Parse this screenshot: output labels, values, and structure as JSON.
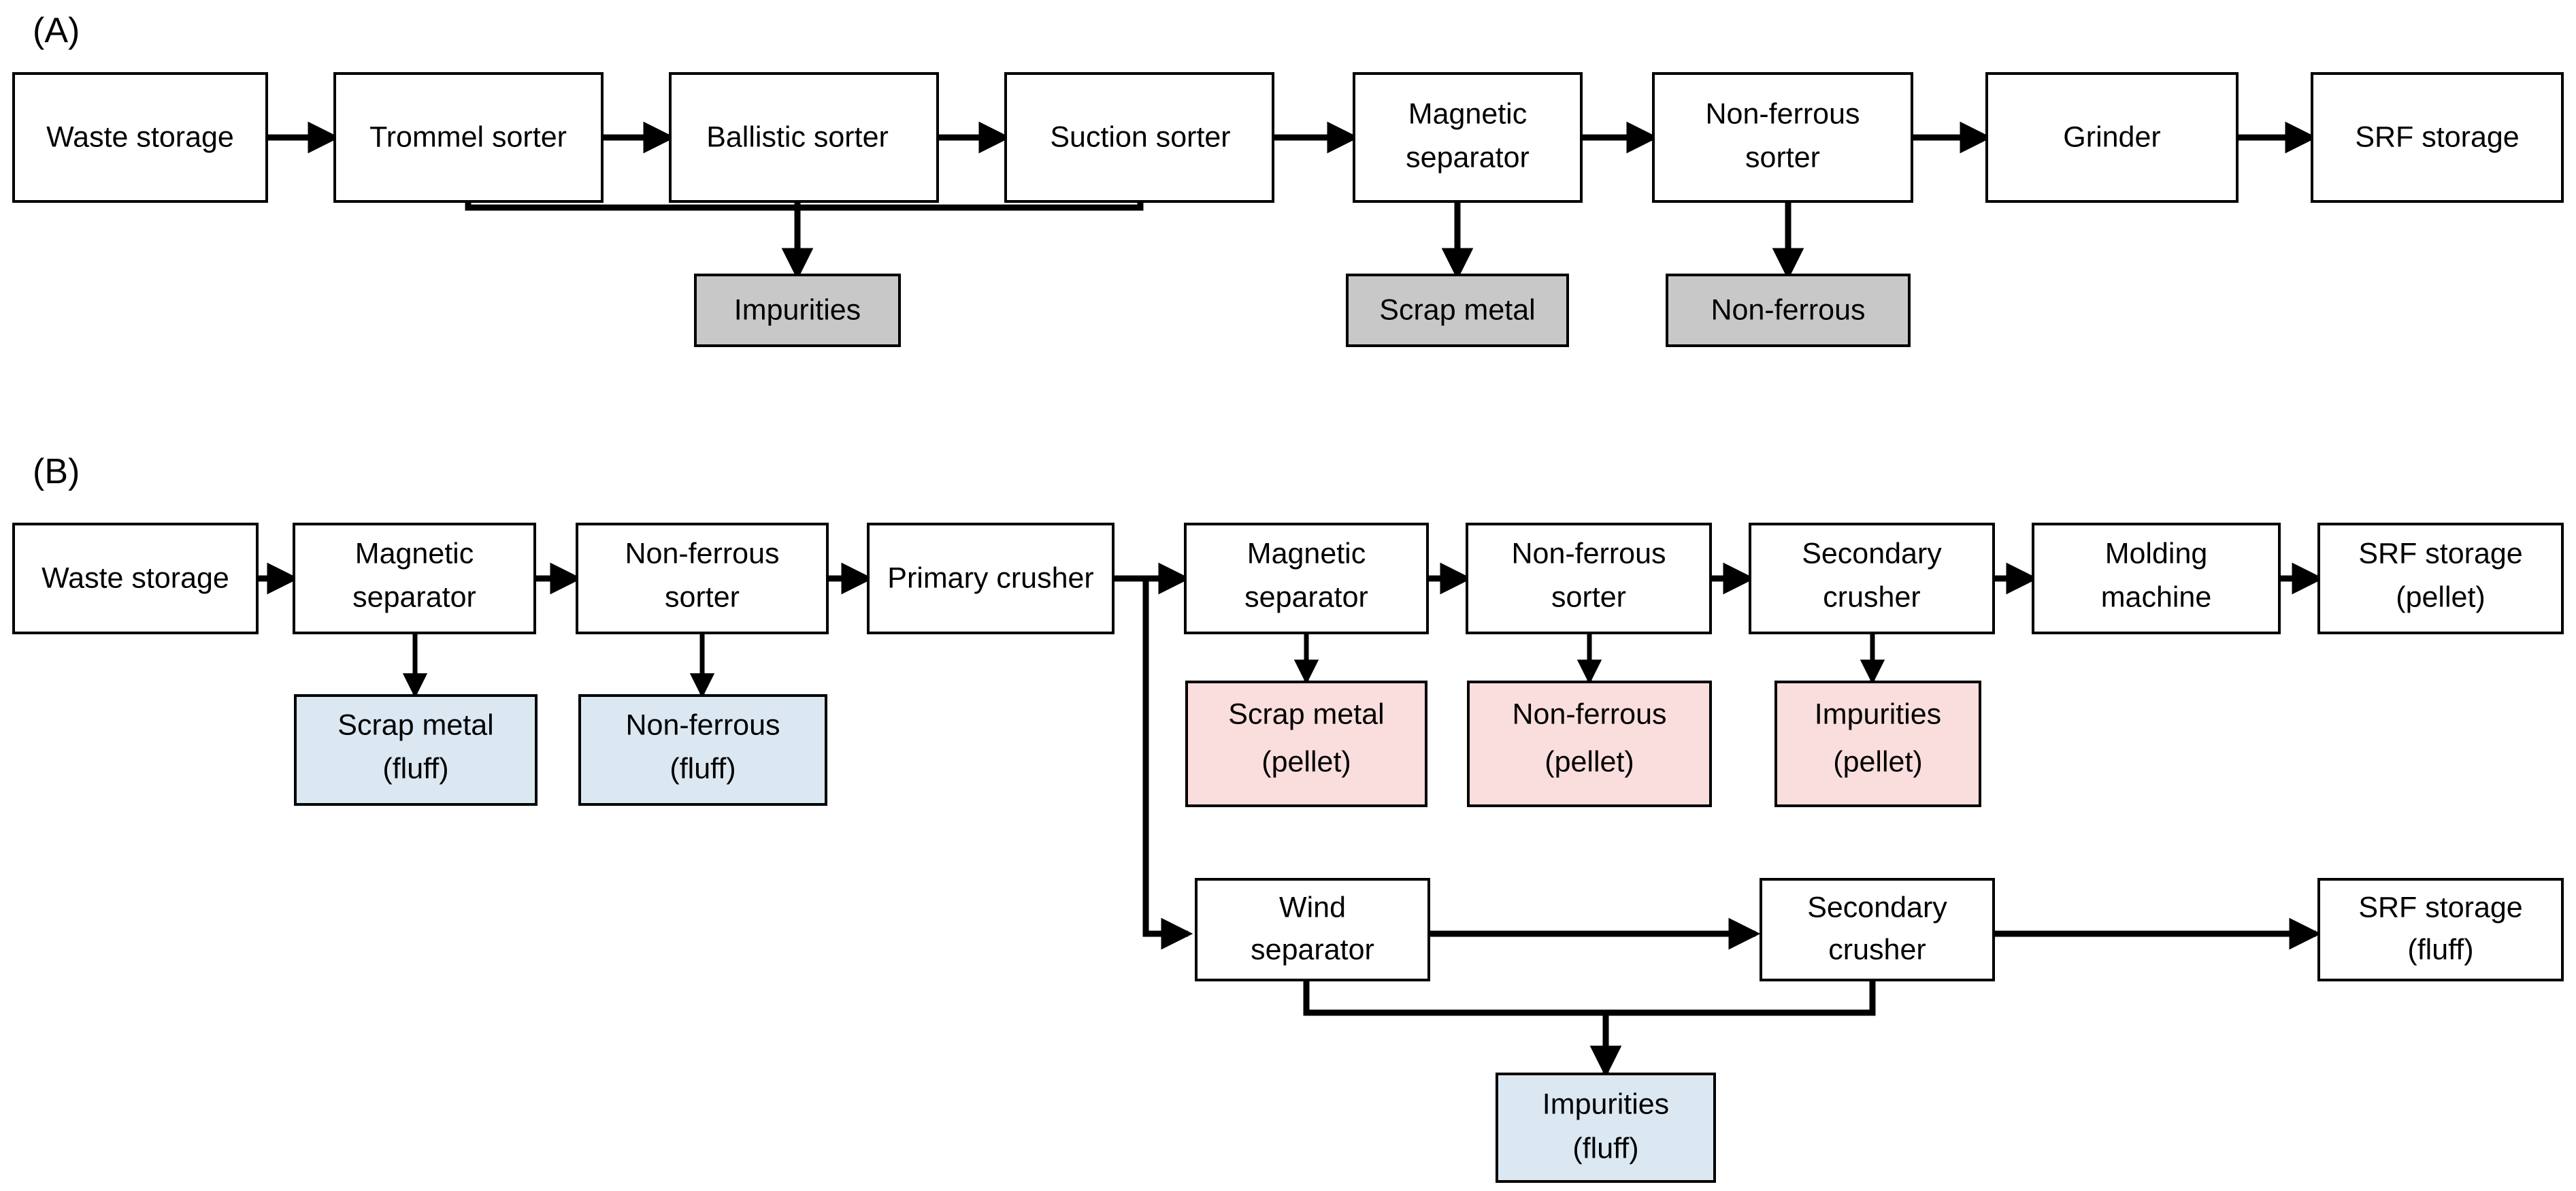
{
  "figure": {
    "panels": [
      {
        "id": "A",
        "label": "(A)",
        "nodes": [
          {
            "id": "a-waste-storage",
            "label": "Waste storage",
            "type": "process",
            "lines": [
              "Waste storage"
            ]
          },
          {
            "id": "a-trommel-sorter",
            "label": "Trommel sorter",
            "type": "process",
            "lines": [
              "Trommel sorter"
            ]
          },
          {
            "id": "a-ballistic-sorter",
            "label": "Ballistic sorter",
            "type": "process",
            "lines": [
              "Ballistic sorter"
            ]
          },
          {
            "id": "a-suction-sorter",
            "label": "Suction sorter",
            "type": "process",
            "lines": [
              "Suction sorter"
            ]
          },
          {
            "id": "a-magnetic-separator",
            "label": "Magnetic separator",
            "type": "process",
            "lines": [
              "Magnetic",
              "separator"
            ]
          },
          {
            "id": "a-non-ferrous-sorter",
            "label": "Non-ferrous sorter",
            "type": "process",
            "lines": [
              "Non-ferrous",
              "sorter"
            ]
          },
          {
            "id": "a-grinder",
            "label": "Grinder",
            "type": "process",
            "lines": [
              "Grinder"
            ]
          },
          {
            "id": "a-srf-storage",
            "label": "SRF storage",
            "type": "process",
            "lines": [
              "SRF storage"
            ]
          },
          {
            "id": "a-impurities",
            "label": "Impurities",
            "type": "gray",
            "lines": [
              "Impurities"
            ]
          },
          {
            "id": "a-scrap-metal",
            "label": "Scrap metal",
            "type": "gray",
            "lines": [
              "Scrap metal"
            ]
          },
          {
            "id": "a-non-ferrous",
            "label": "Non-ferrous",
            "type": "gray",
            "lines": [
              "Non-ferrous"
            ]
          }
        ]
      },
      {
        "id": "B",
        "label": "(B)",
        "nodes": [
          {
            "id": "b-waste-storage",
            "label": "Waste storage",
            "type": "process",
            "lines": [
              "Waste storage"
            ]
          },
          {
            "id": "b-magnetic-separator-1",
            "label": "Magnetic separator",
            "type": "process",
            "lines": [
              "Magnetic",
              "separator"
            ]
          },
          {
            "id": "b-non-ferrous-sorter-1",
            "label": "Non-ferrous sorter",
            "type": "process",
            "lines": [
              "Non-ferrous",
              "sorter"
            ]
          },
          {
            "id": "b-primary-crusher",
            "label": "Primary crusher",
            "type": "process",
            "lines": [
              "Primary crusher"
            ]
          },
          {
            "id": "b-magnetic-separator-2",
            "label": "Magnetic separator",
            "type": "process",
            "lines": [
              "Magnetic",
              "separator"
            ]
          },
          {
            "id": "b-non-ferrous-sorter-2",
            "label": "Non-ferrous sorter",
            "type": "process",
            "lines": [
              "Non-ferrous",
              "sorter"
            ]
          },
          {
            "id": "b-secondary-crusher-1",
            "label": "Secondary crusher",
            "type": "process",
            "lines": [
              "Secondary",
              "crusher"
            ]
          },
          {
            "id": "b-molding-machine",
            "label": "Molding machine",
            "type": "process",
            "lines": [
              "Molding",
              "machine"
            ]
          },
          {
            "id": "b-srf-storage-pellet",
            "label": "SRF storage (pellet)",
            "type": "process",
            "lines": [
              "SRF storage",
              "(pellet)"
            ]
          },
          {
            "id": "b-wind-separator",
            "label": "Wind separator",
            "type": "process",
            "lines": [
              "Wind",
              "separator"
            ]
          },
          {
            "id": "b-secondary-crusher-2",
            "label": "Secondary crusher",
            "type": "process",
            "lines": [
              "Secondary",
              "crusher"
            ]
          },
          {
            "id": "b-srf-storage-fluff",
            "label": "SRF storage (fluff)",
            "type": "process",
            "lines": [
              "SRF storage",
              "(fluff)"
            ]
          },
          {
            "id": "b-scrap-metal-fluff",
            "label": "Scrap metal (fluff)",
            "type": "blue",
            "lines": [
              "Scrap metal",
              "(fluff)"
            ]
          },
          {
            "id": "b-non-ferrous-fluff",
            "label": "Non-ferrous (fluff)",
            "type": "blue",
            "lines": [
              "Non-ferrous",
              "(fluff)"
            ]
          },
          {
            "id": "b-impurities-fluff",
            "label": "Impurities (fluff)",
            "type": "blue",
            "lines": [
              "Impurities",
              "(fluff)"
            ]
          },
          {
            "id": "b-scrap-metal-pellet",
            "label": "Scrap metal (pellet)",
            "type": "pink",
            "lines": [
              "Scrap metal",
              "(pellet)"
            ]
          },
          {
            "id": "b-non-ferrous-pellet",
            "label": "Non-ferrous (pellet)",
            "type": "pink",
            "lines": [
              "Non-ferrous",
              "(pellet)"
            ]
          },
          {
            "id": "b-impurities-pellet",
            "label": "Impurities (pellet)",
            "type": "pink",
            "lines": [
              "Impurities",
              "(pellet)"
            ]
          }
        ]
      }
    ],
    "colors": {
      "process_fill": "#ffffff",
      "gray_fill": "#c8c8c8",
      "blue_fill": "#dbe8f2",
      "pink_fill": "#fadddd",
      "stroke": "#000000",
      "background": "#ffffff"
    }
  }
}
